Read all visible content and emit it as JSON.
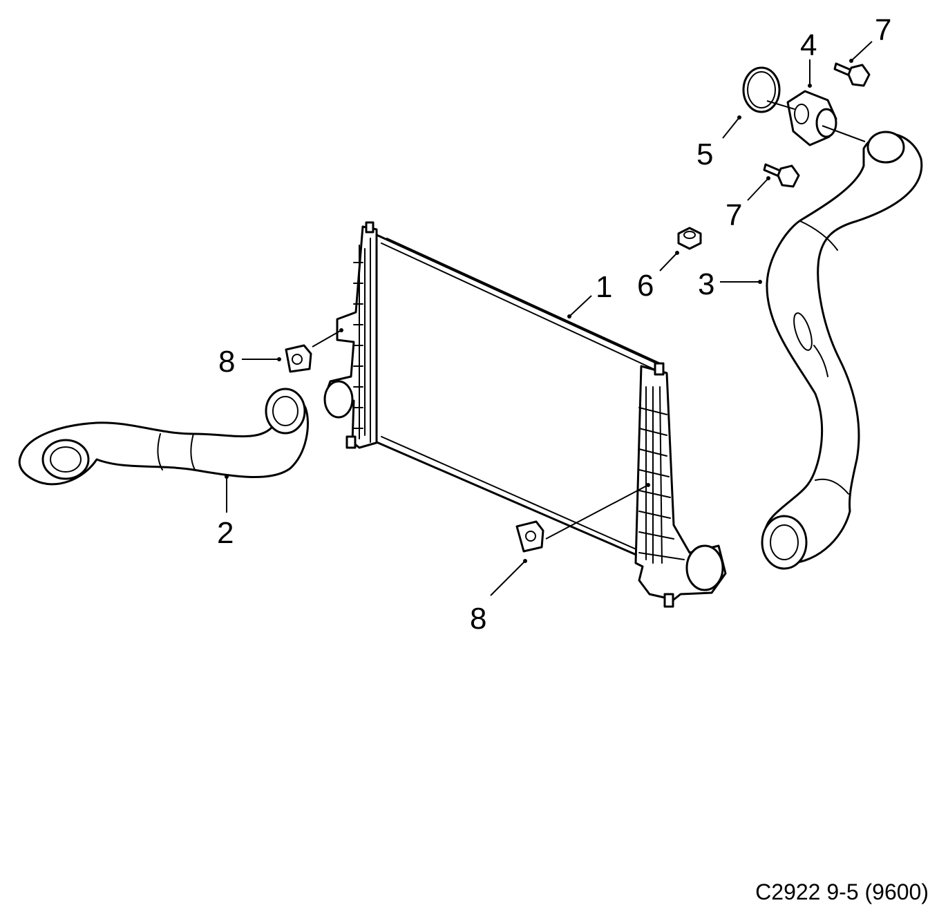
{
  "diagram": {
    "callouts": {
      "c1": "1",
      "c2": "2",
      "c3": "3",
      "c4": "4",
      "c5": "5",
      "c6": "6",
      "c7a": "7",
      "c7b": "7",
      "c8a": "8",
      "c8b": "8"
    },
    "reference_code": "C2922 9-5 (9600)"
  }
}
